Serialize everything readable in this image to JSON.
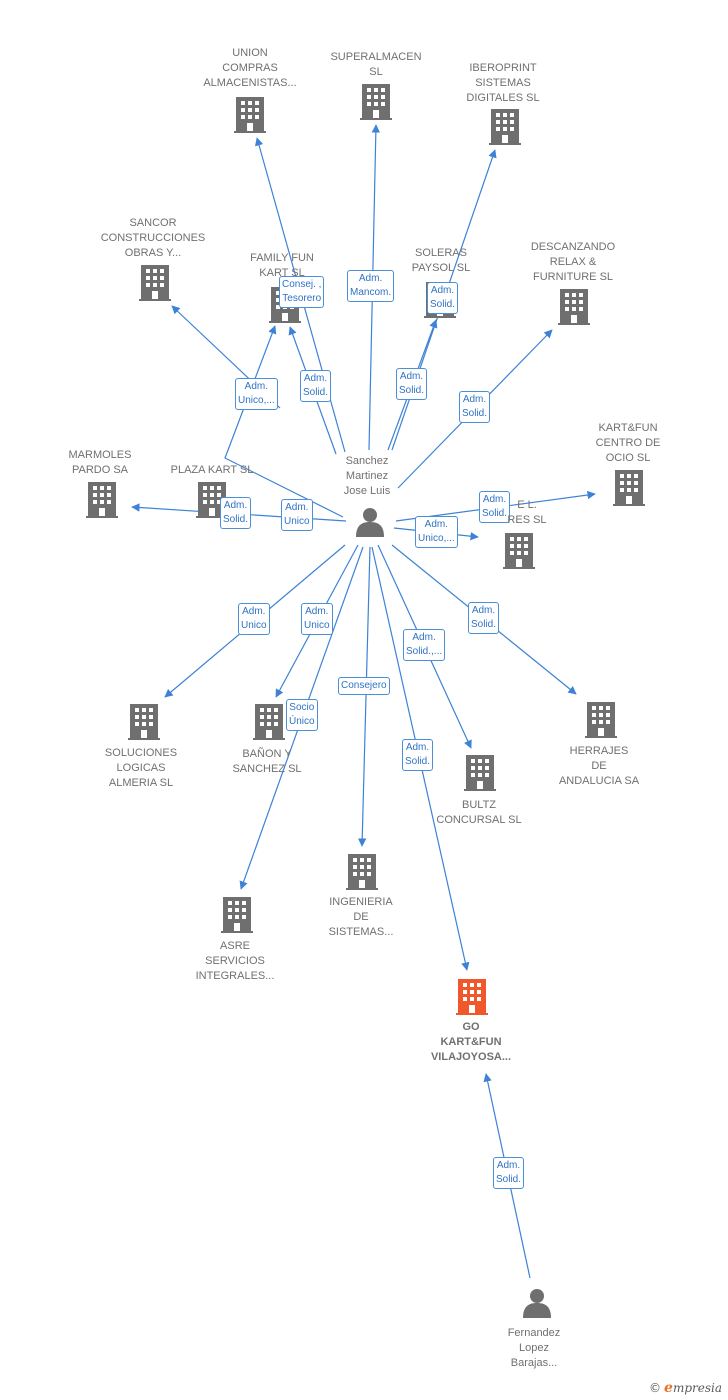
{
  "colors": {
    "edge": "#3d82d6",
    "building": "#6f6f6f",
    "highlight": "#f0572a",
    "person": "#6f6f6f"
  },
  "nodes": [
    {
      "id": "unioncompras",
      "type": "company",
      "label": "UNION\nCOMPRAS\nALMACENISTAS..."
    },
    {
      "id": "superalmacen",
      "type": "company",
      "label": "SUPERALMACEN\nSL"
    },
    {
      "id": "iberoprint",
      "type": "company",
      "label": "IBEROPRINT\nSISTEMAS\nDIGITALES SL"
    },
    {
      "id": "sancor",
      "type": "company",
      "label": "SANCOR\nCONSTRUCCIONES\nOBRAS Y..."
    },
    {
      "id": "familyfun",
      "type": "company",
      "label": "FAMILY FUN\nKART  SL"
    },
    {
      "id": "soleras",
      "type": "company",
      "label": "SOLERAS\nPAYSOL SL"
    },
    {
      "id": "descanzando",
      "type": "company",
      "label": "DESCANZANDO\nRELAX &\nFURNITURE  SL"
    },
    {
      "id": "marmoles",
      "type": "company",
      "label": "MARMOLES\nPARDO SA"
    },
    {
      "id": "plazakart",
      "type": "company",
      "label": "PLAZA KART SL"
    },
    {
      "id": "kartfunocio",
      "type": "company",
      "label": "KART&FUN\nCENTRO DE\nOCIO  SL"
    },
    {
      "id": "eres",
      "type": "company",
      "label": "E L.\nRES SL"
    },
    {
      "id": "soluciones",
      "type": "company",
      "label": "SOLUCIONES\nLOGICAS\nALMERIA SL"
    },
    {
      "id": "banon",
      "type": "company",
      "label": "BAÑON Y\nSANCHEZ  SL"
    },
    {
      "id": "herrajes",
      "type": "company",
      "label": "HERRAJES\nDE\nANDALUCIA SA"
    },
    {
      "id": "bultz",
      "type": "company",
      "label": "BULTZ\nCONCURSAL SL"
    },
    {
      "id": "ingenieria",
      "type": "company",
      "label": "INGENIERIA\nDE\nSISTEMAS..."
    },
    {
      "id": "asre",
      "type": "company",
      "label": "ASRE\nSERVICIOS\nINTEGRALES..."
    },
    {
      "id": "gokart",
      "type": "company",
      "highlight": true,
      "label": "GO\nKART&FUN\nVILAJOYOSA..."
    },
    {
      "id": "sanchez",
      "type": "person",
      "label": "Sanchez\nMartinez\nJose Luis"
    },
    {
      "id": "fernandez",
      "type": "person",
      "label": "Fernandez\nLopez\nBarajas..."
    }
  ],
  "edges": [
    {
      "from": "sanchez",
      "to": "unioncompras",
      "label": "Consej. ,\nTesorero"
    },
    {
      "from": "sanchez",
      "to": "superalmacen",
      "label": "Adm.\nMancom."
    },
    {
      "from": "sanchez",
      "to": "iberoprint",
      "label": "Adm.\nSolid."
    },
    {
      "from": "sanchez",
      "to": "sancor",
      "label": "Adm.\nUnico,..."
    },
    {
      "from": "sanchez",
      "to": "familyfun",
      "label": "Adm.\nSolid."
    },
    {
      "from": "sanchez",
      "to": "soleras",
      "label": "Adm.\nSolid."
    },
    {
      "from": "sanchez",
      "to": "descanzando",
      "label": "Adm.\nSolid."
    },
    {
      "from": "sanchez",
      "to": "marmoles",
      "label": "Adm.\nSolid."
    },
    {
      "from": "sanchez",
      "to": "plazakart",
      "label": "Adm.\nUnico"
    },
    {
      "from": "sanchez",
      "to": "kartfunocio",
      "label": "Adm.\nSolid."
    },
    {
      "from": "sanchez",
      "to": "eres",
      "label": "Adm.\nUnico,..."
    },
    {
      "from": "sanchez",
      "to": "soluciones",
      "label": "Adm.\nUnico"
    },
    {
      "from": "sanchez",
      "to": "banon",
      "label": "Adm.\nUnico"
    },
    {
      "from": "sanchez",
      "to": "herrajes",
      "label": "Adm.\nSolid."
    },
    {
      "from": "sanchez",
      "to": "bultz",
      "label": "Adm.\nSolid.,..."
    },
    {
      "from": "sanchez",
      "to": "ingenieria",
      "label": "Consejero"
    },
    {
      "from": "sanchez",
      "to": "asre",
      "label": "Socio\nÚnico"
    },
    {
      "from": "sanchez",
      "to": "gokart",
      "label": "Adm.\nSolid."
    },
    {
      "from": "fernandez",
      "to": "gokart",
      "label": "Adm.\nSolid."
    }
  ],
  "brand": {
    "copyright": "©",
    "initial": "e",
    "rest": "mpresia"
  }
}
